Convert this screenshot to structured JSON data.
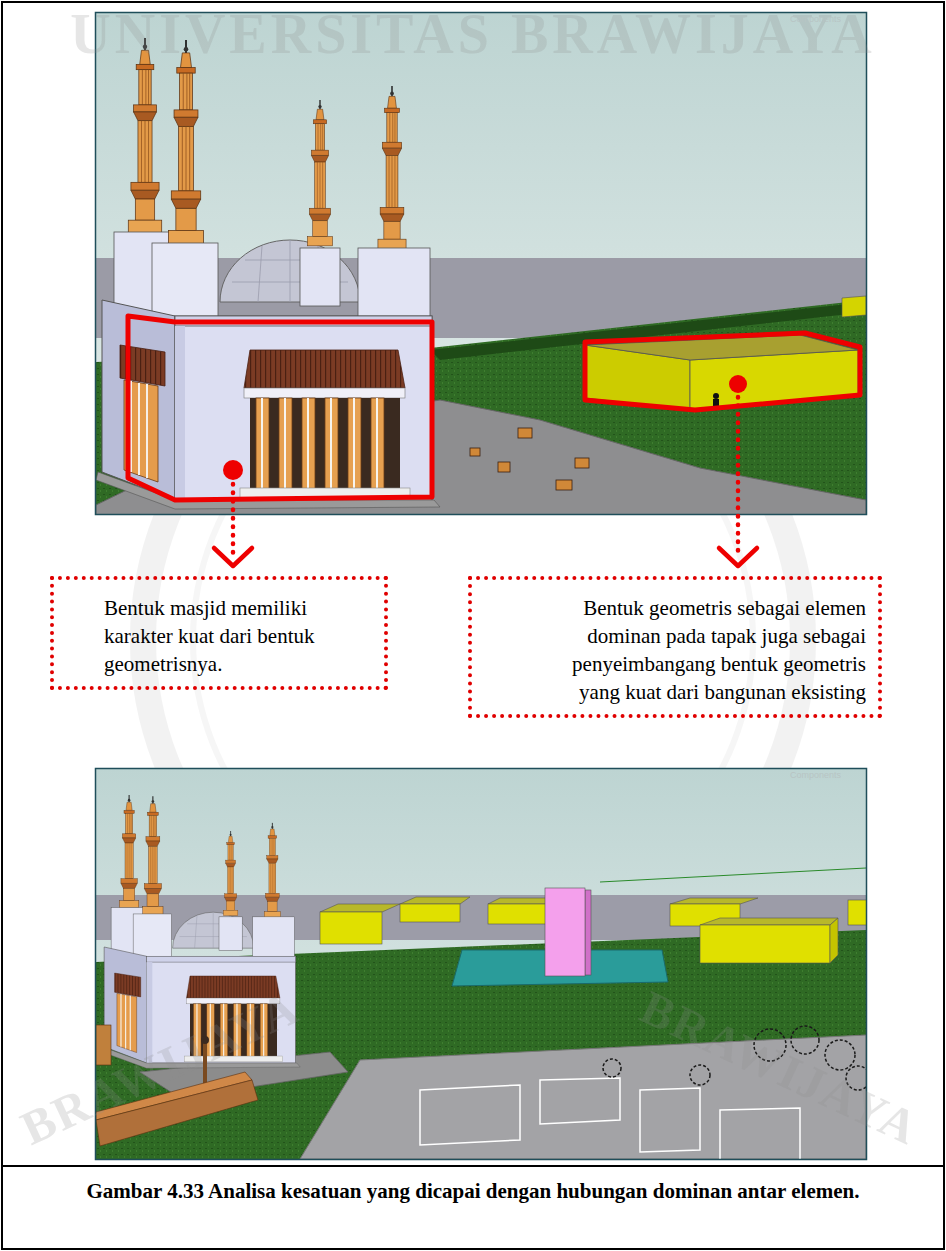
{
  "diagram": {
    "caption": "Gambar 4.33 Analisa kesatuan yang dicapai dengan hubungan dominan antar elemen.",
    "nodes": [
      {
        "text": [
          "Bentuk masjid memiliki karakter kuat dari bentuk geometrisnya."
        ]
      },
      {
        "text": [
          "Bentuk geometris sebagai elemen dominan pada tapak juga sebagai penyeimbangang bentuk geometris yang kuat dari bangunan eksisting"
        ]
      }
    ],
    "labels": [
      "UNIVERSITAS BRAWIJAYA",
      "Components",
      "Components",
      "BRAWIJAYA",
      "BRAWIJAYA"
    ]
  }
}
